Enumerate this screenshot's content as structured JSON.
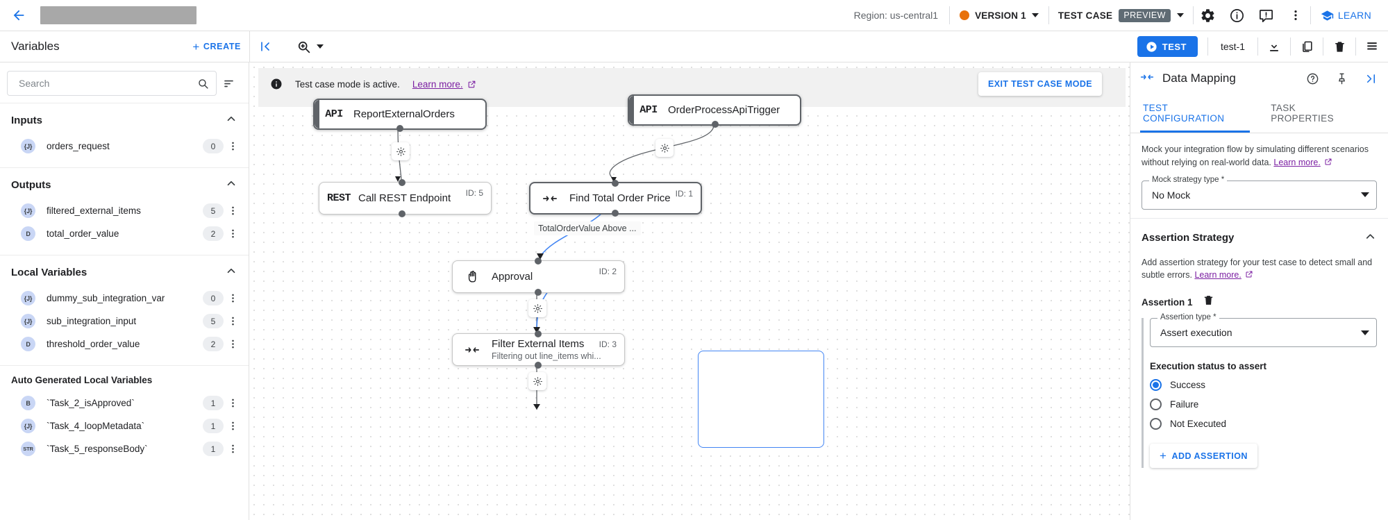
{
  "topbar": {
    "back_icon": "arrow-left-icon",
    "region": "Region: us-central1",
    "version": "VERSION 1",
    "version_dot_color": "#e8710a",
    "test_case_label": "TEST CASE",
    "preview_badge": "PREVIEW",
    "settings_icon": "gear-icon",
    "info_icon": "info-icon",
    "feedback_icon": "feedback-icon",
    "more_icon": "more-vert-icon",
    "learn_label": "LEARN",
    "accent_blue": "#1a73e8"
  },
  "subbar": {
    "variables_title": "Variables",
    "create_label": "CREATE",
    "collapse_icon": "collapse-panel-icon",
    "zoom_icon": "zoom-in-icon",
    "test_label": "TEST",
    "test_name": "test-1",
    "download_icon": "download-icon",
    "copy_icon": "copy-icon",
    "delete_icon": "trash-icon",
    "logs_icon": "list-icon"
  },
  "left_panel": {
    "search_placeholder": "Search",
    "search_value": "",
    "sort_icon": "sort-icon",
    "sections": [
      {
        "title": "Inputs",
        "expanded": true,
        "items": [
          {
            "type": "{J}",
            "name": "orders_request",
            "count": "0"
          }
        ]
      },
      {
        "title": "Outputs",
        "expanded": true,
        "items": [
          {
            "type": "{J}",
            "name": "filtered_external_items",
            "count": "5"
          },
          {
            "type": "D",
            "name": "total_order_value",
            "count": "2"
          }
        ]
      },
      {
        "title": "Local Variables",
        "expanded": true,
        "items": [
          {
            "type": "{J}",
            "name": "dummy_sub_integration_var",
            "count": "0"
          },
          {
            "type": "{J}",
            "name": "sub_integration_input",
            "count": "5"
          },
          {
            "type": "D",
            "name": "threshold_order_value",
            "count": "2"
          }
        ]
      },
      {
        "title": "Auto Generated Local Variables",
        "expanded": true,
        "items": [
          {
            "type": "B",
            "name": "`Task_2_isApproved`",
            "count": "1"
          },
          {
            "type": "{J}",
            "name": "`Task_4_loopMetadata`",
            "count": "1"
          },
          {
            "type": "STR",
            "name": "`Task_5_responseBody`",
            "count": "1"
          }
        ]
      }
    ]
  },
  "canvas": {
    "banner_text": "Test case mode is active.",
    "banner_link": "Learn more.",
    "exit_label": "EXIT TEST CASE MODE",
    "edge_label": "TotalOrderValue Above ...",
    "nodes": [
      {
        "icon": "API",
        "icon_kind": "api",
        "title": "ReportExternalOrders",
        "sub": "",
        "id": ""
      },
      {
        "icon": "API",
        "icon_kind": "api",
        "title": "OrderProcessApiTrigger",
        "sub": "",
        "id": ""
      },
      {
        "icon": "REST",
        "icon_kind": "rest",
        "title": "Call REST Endpoint",
        "sub": "",
        "id": "ID: 5"
      },
      {
        "icon": "mapping",
        "icon_kind": "mapping",
        "title": "Find Total Order Price",
        "sub": "",
        "id": "ID: 1"
      },
      {
        "icon": "approval",
        "icon_kind": "approval",
        "title": "Approval",
        "sub": "",
        "id": "ID: 2"
      },
      {
        "icon": "mapping",
        "icon_kind": "mapping",
        "title": "Filter External Items",
        "sub": "Filtering out line_items whi...",
        "id": "ID: 3"
      }
    ]
  },
  "right_panel": {
    "header_icon": "data-mapping-icon",
    "title": "Data Mapping",
    "help_icon": "help-icon",
    "pin_icon": "pin-icon",
    "expand_icon": "expand-panel-icon",
    "tabs": [
      {
        "label": "TEST CONFIGURATION",
        "active": true
      },
      {
        "label": "TASK PROPERTIES",
        "active": false
      }
    ],
    "mock_desc": "Mock your integration flow by simulating different scenarios without relying on real-world data.",
    "mock_link": "Learn more.",
    "mock_field_label": "Mock strategy type *",
    "mock_field_value": "No Mock",
    "assertion_section_title": "Assertion Strategy",
    "assertion_desc": "Add assertion strategy for your test case to detect small and subtle errors.",
    "assertion_link": "Learn more.",
    "assertion_name": "Assertion 1",
    "assertion_delete_icon": "trash-icon",
    "assertion_type_label": "Assertion type *",
    "assertion_type_value": "Assert execution",
    "exec_status_title": "Execution status to assert",
    "radios": [
      {
        "label": "Success",
        "selected": true
      },
      {
        "label": "Failure",
        "selected": false
      },
      {
        "label": "Not Executed",
        "selected": false
      }
    ],
    "add_assertion_label": "ADD ASSERTION"
  }
}
